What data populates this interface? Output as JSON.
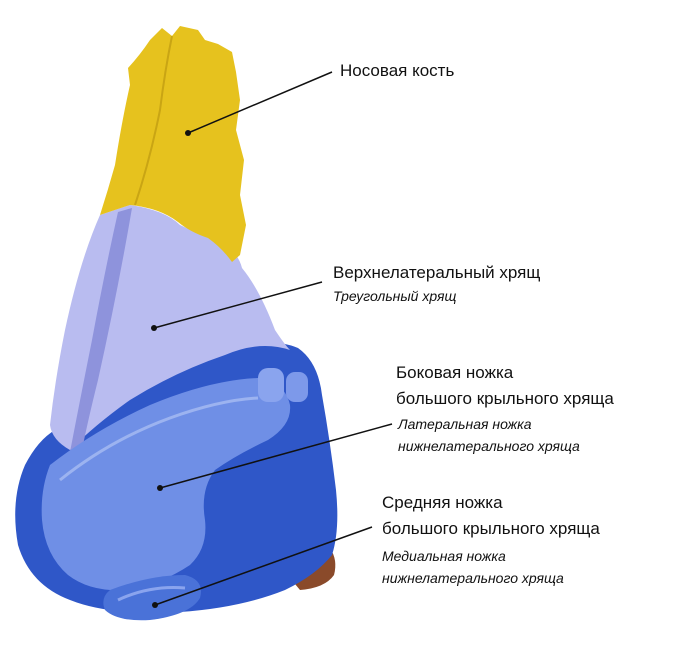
{
  "labels": {
    "nasal_bone": "Носовая кость",
    "upper_lateral": "Верхнелатеральный хрящ",
    "upper_lateral_sub": "Треугольный хрящ",
    "lateral_crus_1": "Боковая ножка",
    "lateral_crus_2": "большого крыльного хряща",
    "lateral_crus_sub_1": "Латеральная ножка",
    "lateral_crus_sub_2": "нижнелатерального хряща",
    "medial_crus_1": "Средняя ножка",
    "medial_crus_2": "большого крыльного хряща",
    "medial_crus_sub_1": "Медиальная ножка",
    "medial_crus_sub_2": "нижнелатерального хряща"
  },
  "colors": {
    "nasal_bone": "#e6c21e",
    "upper_lateral": "#b9bcf0",
    "alar_dark": "#2f57c8",
    "alar_light": "#6f8fe6",
    "alar_mid": "#4a72d8",
    "soft_tissue": "#8a4a2a",
    "leader": "#111111"
  }
}
